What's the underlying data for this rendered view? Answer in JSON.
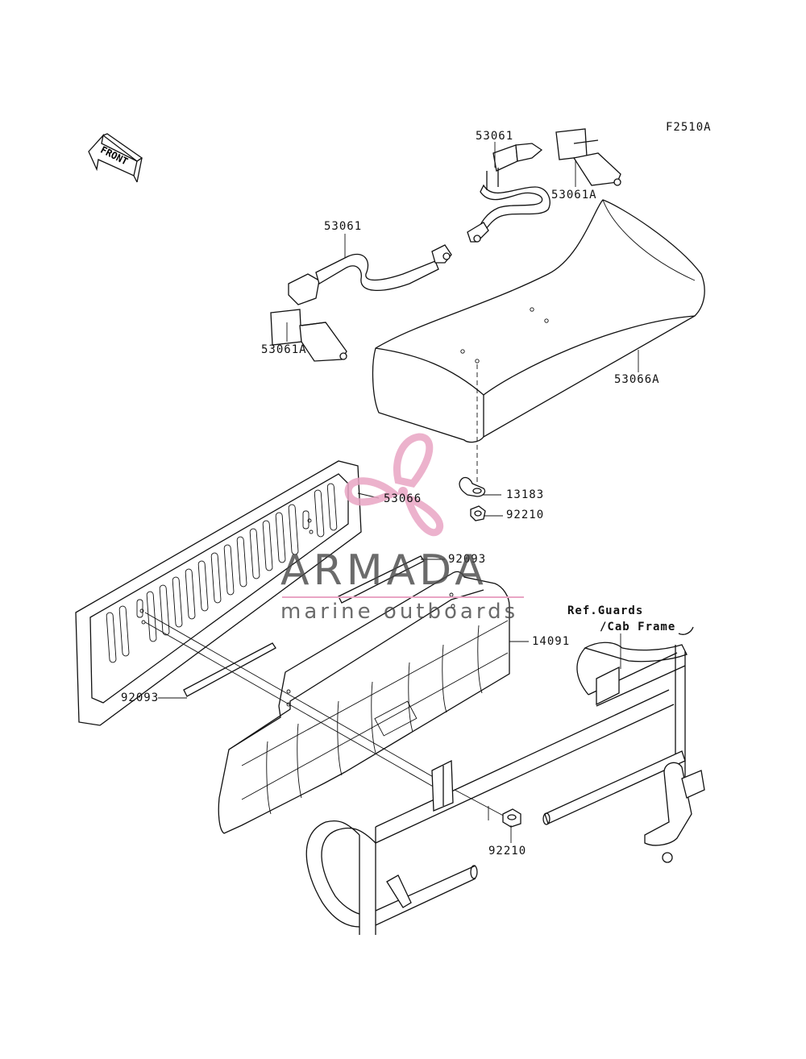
{
  "diagram": {
    "code": "F2510A",
    "front_arrow_text": "FRONT",
    "parts": {
      "strap_top": "53061",
      "strap_top_a": "53061A",
      "strap_left": "53061",
      "strap_left_a": "53061A",
      "cushion_a": "53066A",
      "cushion": "53066",
      "bracket": "13183",
      "nut_upper": "92210",
      "rod_upper": "92093",
      "rod_lower": "92093",
      "panel": "14091",
      "nut_lower": "92210"
    },
    "reference": {
      "line1": "Ref.Guards",
      "line2": "/Cab Frame"
    }
  },
  "watermark": {
    "title": "ARMADA",
    "subtitle": "marine outboards",
    "logo_color": "#e9a5c4",
    "rule_color": "#e9a5c4"
  }
}
